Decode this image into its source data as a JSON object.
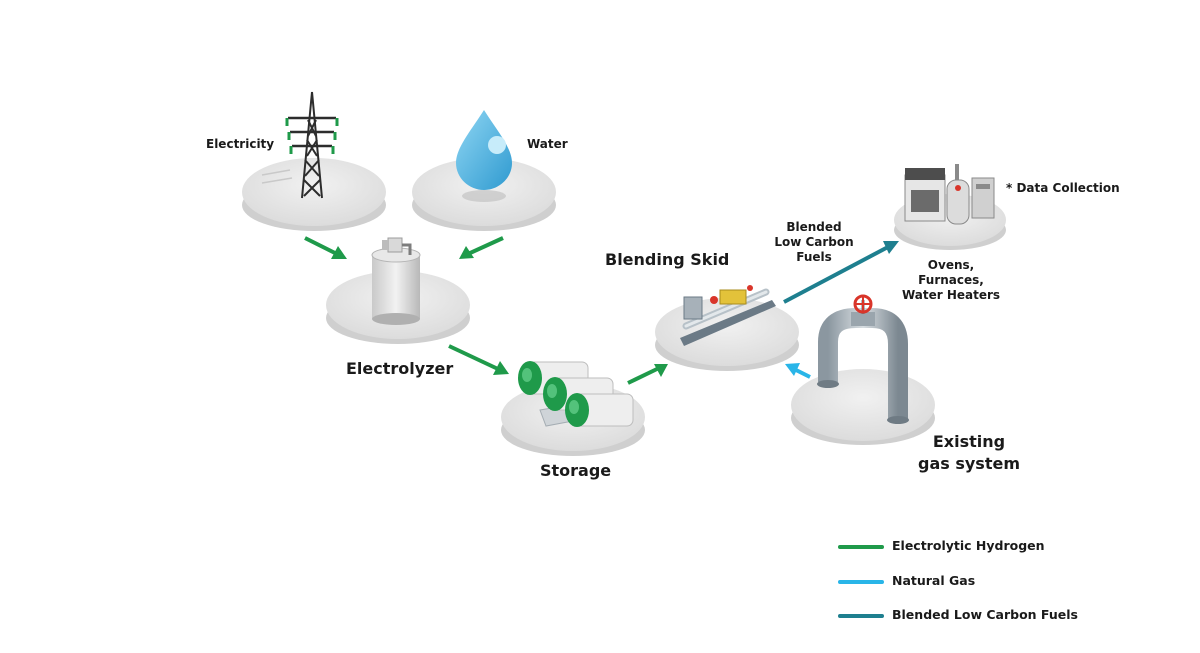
{
  "labels": {
    "electricity": "Electricity",
    "water": "Water",
    "electrolyzer": "Electrolyzer",
    "storage": "Storage",
    "blending_skid": "Blending Skid",
    "blended_fuels": "Blended\nLow Carbon\nFuels",
    "data_collection": "* Data Collection",
    "appliances": "Ovens,\nFurnaces,\nWater Heaters",
    "existing_gas": "Existing\ngas system"
  },
  "legend": [
    {
      "label": "Electrolytic Hydrogen",
      "color": "#1f9a4a"
    },
    {
      "label": "Natural Gas",
      "color": "#29b5e8"
    },
    {
      "label": "Blended Low Carbon Fuels",
      "color": "#1e7f8f"
    }
  ],
  "colors": {
    "hydrogen": "#1f9a4a",
    "natural_gas": "#29b5e8",
    "blended": "#1e7f8f",
    "disc": "#e6e6e6",
    "disc_edge": "#cfcfcf"
  }
}
